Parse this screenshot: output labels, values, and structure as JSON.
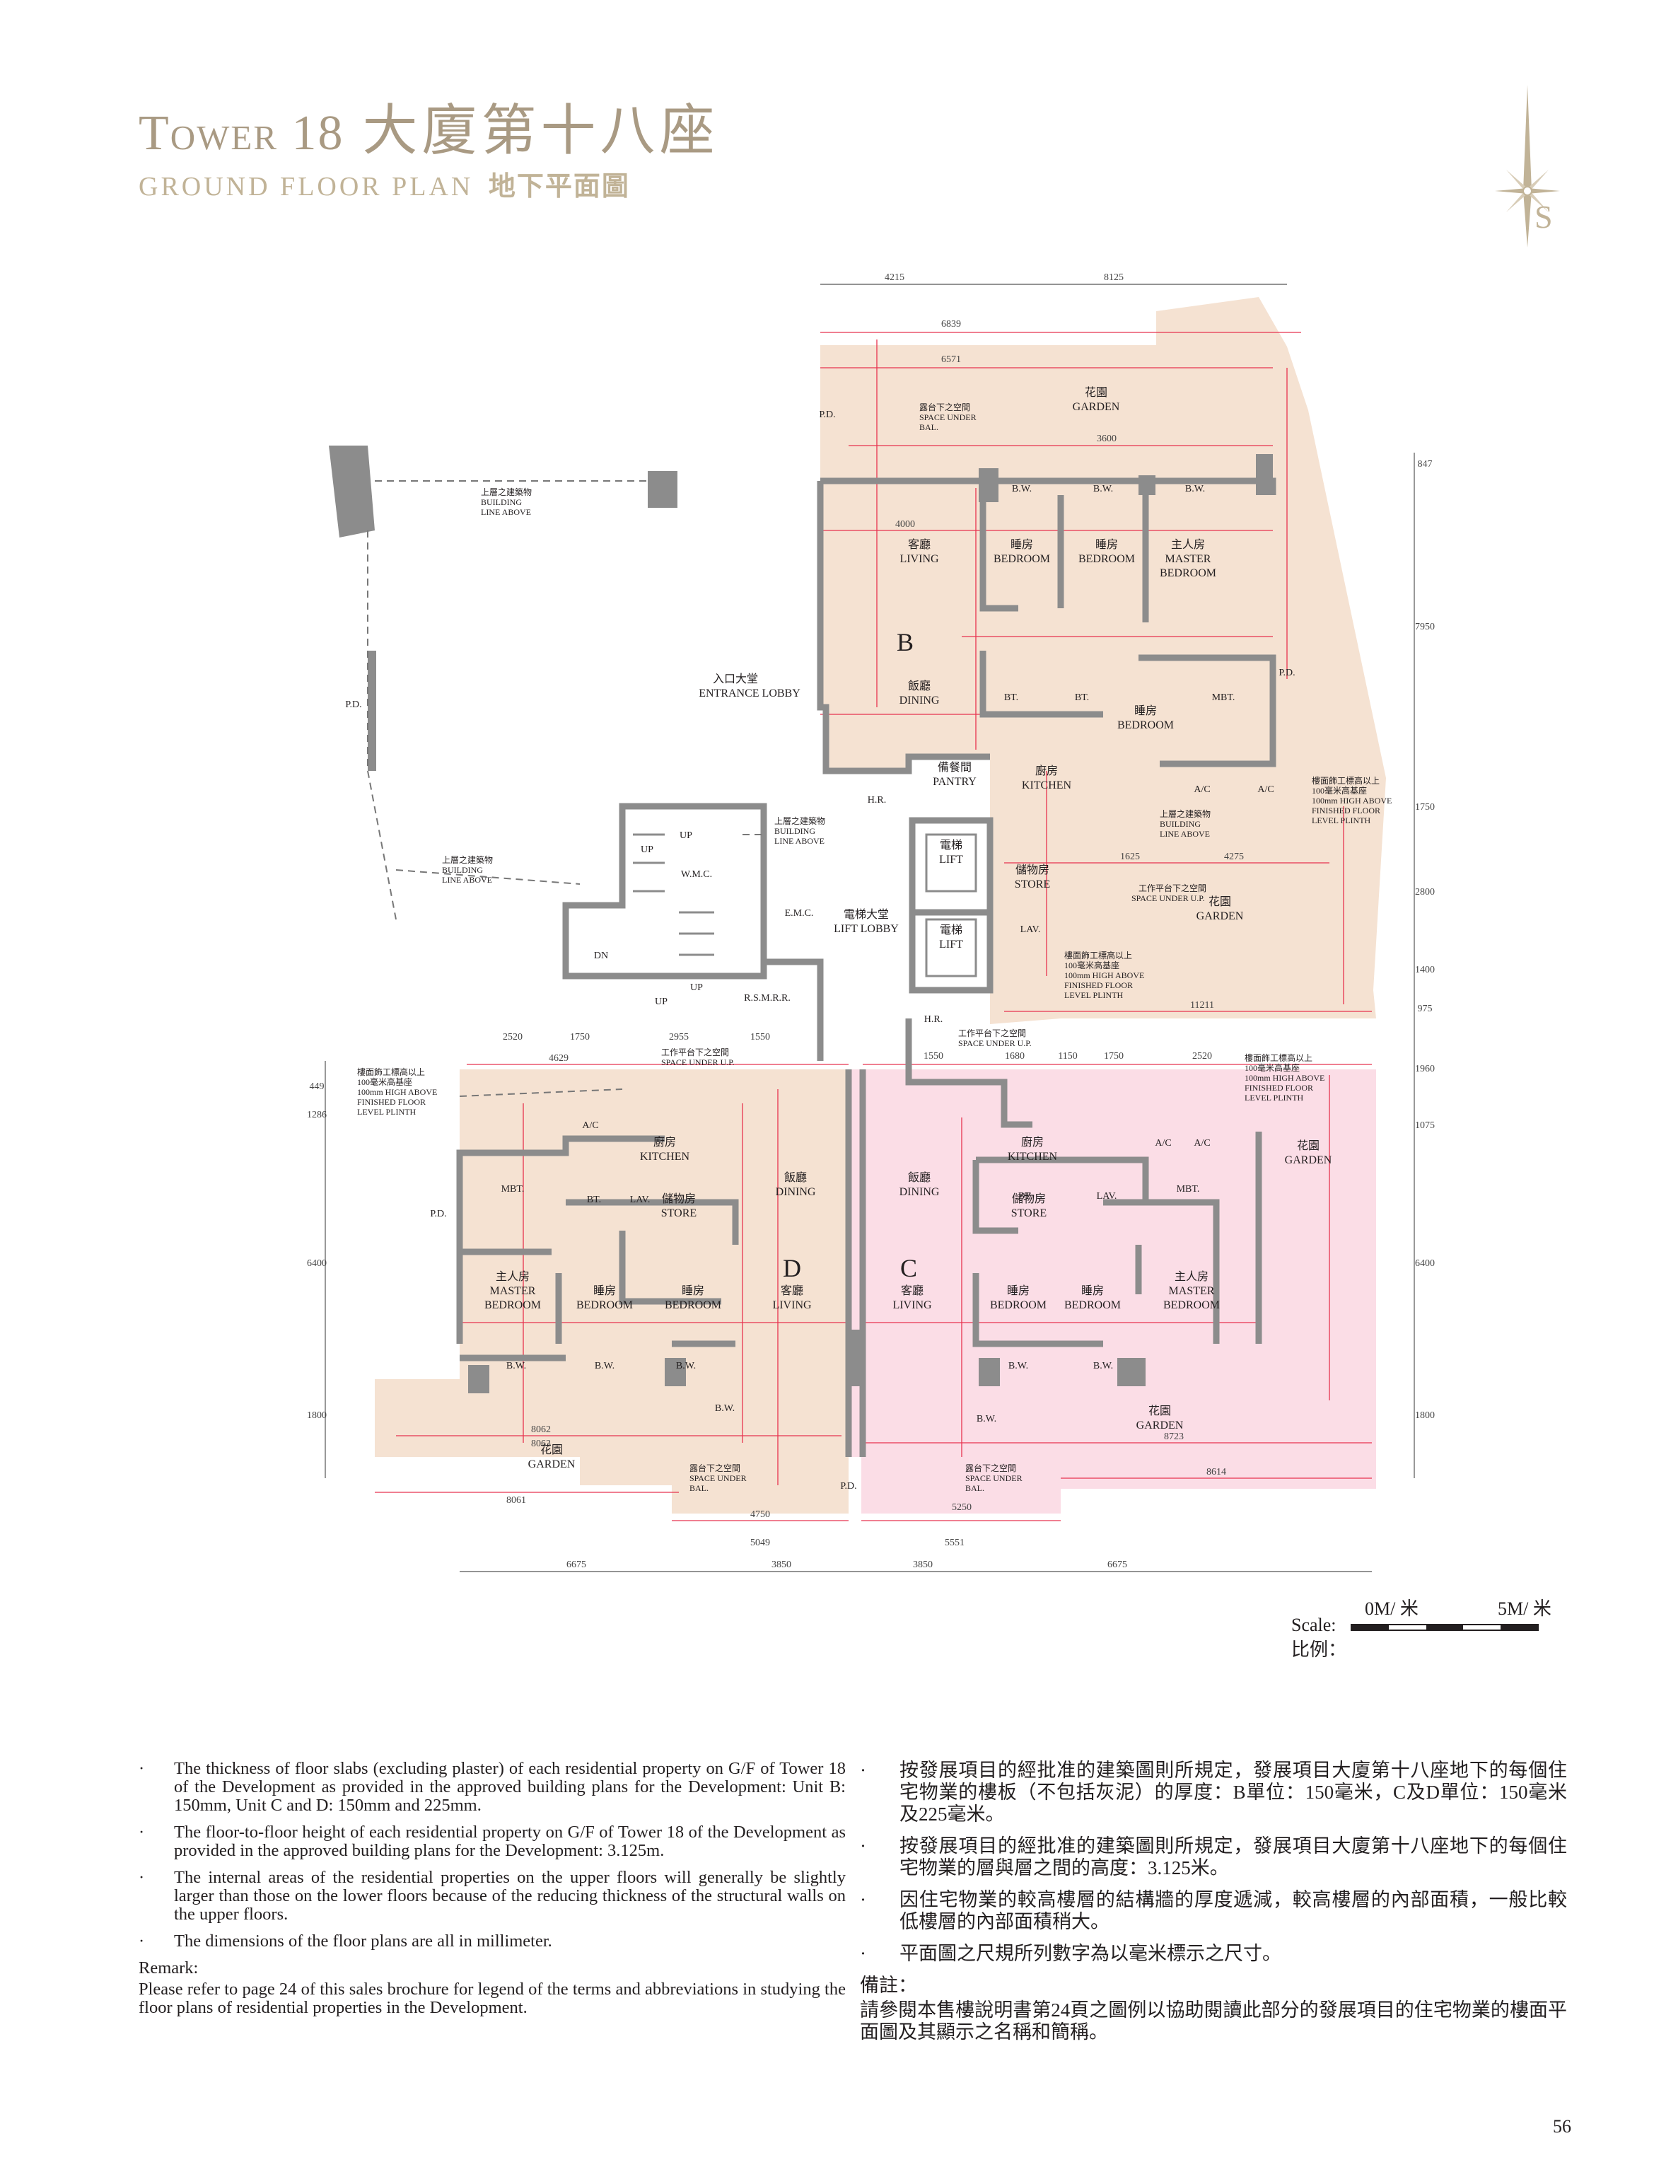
{
  "header": {
    "title_en": "Tower 18",
    "title_cn": "大廈第十八座",
    "subtitle_en": "GROUND FLOOR PLAN",
    "subtitle_cn": "地下平面圖",
    "compass_letter": "S"
  },
  "colors": {
    "gold": "#a99a83",
    "unit_beige": "#f5e2d2",
    "unit_pink": "#fbdde6",
    "dimension_red": "#e8334f",
    "wall_grey": "#8c8c8c"
  },
  "plan": {
    "units": {
      "b": "B",
      "c": "C",
      "d": "D"
    },
    "labels": {
      "garden_cn": "花園",
      "garden_en": "GARDEN",
      "living_cn": "客廳",
      "living_en": "LIVING",
      "dining_cn": "飯廳",
      "dining_en": "DINING",
      "bedroom_cn": "睡房",
      "bedroom_en": "BEDROOM",
      "master_cn": "主人房",
      "master_en1": "MASTER",
      "master_en2": "BEDROOM",
      "kitchen_cn": "廚房",
      "kitchen_en": "KITCHEN",
      "store_cn": "儲物房",
      "store_en": "STORE",
      "pantry_cn": "備餐間",
      "pantry_en": "PANTRY",
      "lift_cn": "電梯",
      "lift_en": "LIFT",
      "liftlobby_cn": "電梯大堂",
      "liftlobby_en": "LIFT LOBBY",
      "entrance_cn": "入口大堂",
      "entrance_en": "ENTRANCE LOBBY",
      "bw": "B.W.",
      "bt": "BT.",
      "mbt": "MBT.",
      "lav": "LAV.",
      "pd": "P.D.",
      "ac": "A/C",
      "hr": "H.R.",
      "wmc": "W.M.C.",
      "emc": "E.M.C.",
      "rsmrr": "R.S.M.R.R.",
      "up": "UP",
      "dn": "DN",
      "bldg_cn": "上層之建築物",
      "bldg_en1": "BUILDING",
      "bldg_en2": "LINE ABOVE",
      "bal_cn": "露台下之空間",
      "bal_en1": "SPACE UNDER",
      "bal_en2": "BAL.",
      "up_cn": "工作平台下之空間",
      "up_en": "SPACE UNDER U.P.",
      "plinth_cn1": "樓面飾工標高以上",
      "plinth_cn2": "100毫米高基座",
      "plinth_en1": "100mm HIGH ABOVE",
      "plinth_en2": "FINISHED FLOOR",
      "plinth_en3": "LEVEL PLINTH"
    },
    "dims": {
      "top1": "4215",
      "top2": "8125",
      "bot1": "6675",
      "bot2": "3850",
      "bot3": "3850",
      "bot4": "6675",
      "r1": "847",
      "r2": "7950",
      "r3": "1750",
      "r4": "2800",
      "r5": "1400",
      "r6": "975",
      "r7": "1960",
      "r8": "1075",
      "r9": "6400",
      "r10": "1800",
      "l1": "1286",
      "l2": "449",
      "l3": "6400",
      "l4": "1800",
      "m1": "2520",
      "m2": "1750",
      "m3": "2955",
      "m4": "1550",
      "m5": "1550",
      "m6": "1680",
      "m7": "1150",
      "m8": "1750",
      "m9": "2520",
      "d1": "6839",
      "d2": "6571",
      "d3": "4000",
      "d4": "3600",
      "d5": "8062",
      "d6": "8063",
      "d7": "8061",
      "d8": "8723",
      "d9": "8614",
      "d10": "5049",
      "d11": "5551",
      "d12": "4275",
      "d13": "11211",
      "d14": "4629",
      "d15": "1625",
      "d16": "4750",
      "d17": "5250"
    }
  },
  "scale": {
    "start": "0M/ 米",
    "end": "5M/ 米",
    "label_en": "Scale:",
    "label_cn": "比例："
  },
  "notes_en": {
    "bullet": "·",
    "items": [
      "The thickness of floor slabs (excluding plaster) of each residential property on G/F of Tower 18 of the Development as provided in the approved building plans for the Development: Unit B: 150mm, Unit C and D: 150mm and 225mm.",
      "The floor-to-floor height of each residential property on G/F of Tower 18 of the Development as provided in the approved building plans for the Development: 3.125m.",
      "The internal areas of the residential properties on the upper floors will generally be slightly larger than those on the lower floors because of the reducing thickness of the structural walls on the upper floors.",
      "The dimensions of the floor plans are all in millimeter."
    ],
    "remark_title": "Remark:",
    "remark": "Please refer to page 24 of this sales brochure for legend of the terms and abbreviations in studying the floor plans of residential properties in the Development."
  },
  "notes_cn": {
    "bullet": "·",
    "items": [
      "按發展項目的經批准的建築圖則所規定，發展項目大廈第十八座地下的每個住宅物業的樓板（不包括灰泥）的厚度：B單位：150毫米，C及D單位：150毫米及225毫米。",
      "按發展項目的經批准的建築圖則所規定，發展項目大廈第十八座地下的每個住宅物業的層與層之間的高度：3.125米。",
      "因住宅物業的較高樓層的結構牆的厚度遞減，較高樓層的內部面積，一般比較低樓層的內部面積稍大。",
      "平面圖之尺規所列數字為以毫米標示之尺寸。"
    ],
    "remark_title": "備註：",
    "remark": "請參閱本售樓說明書第24頁之圖例以協助閱讀此部分的發展項目的住宅物業的樓面平面圖及其顯示之名稱和簡稱。"
  },
  "page_number": "56"
}
